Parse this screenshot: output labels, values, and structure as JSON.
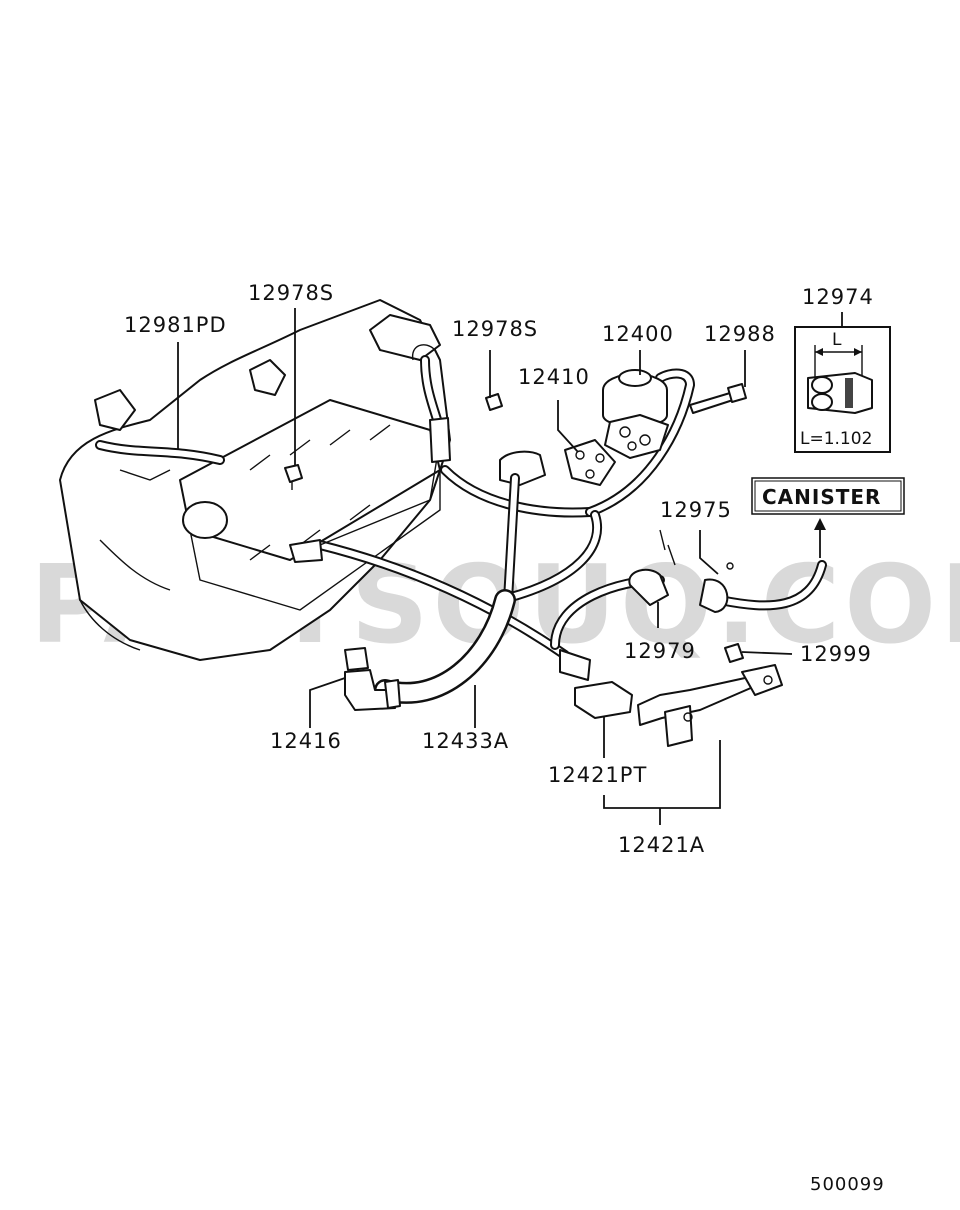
{
  "watermark": "PARTSOUQ.COM",
  "diagram_code": "500099",
  "callouts": {
    "p12981PD": "12981PD",
    "p12978S_a": "12978S",
    "p12978S_b": "12978S",
    "p12410": "12410",
    "p12400": "12400",
    "p12988": "12988",
    "p12974": "12974",
    "p12975": "12975",
    "p12979": "12979",
    "p12999": "12999",
    "p12416": "12416",
    "p12433A": "12433A",
    "p12421PT": "12421PT",
    "p12421A": "12421A"
  },
  "inset": {
    "dimension_label": "L",
    "dimension_value": "L=1.102"
  },
  "canister_label": "CANISTER"
}
